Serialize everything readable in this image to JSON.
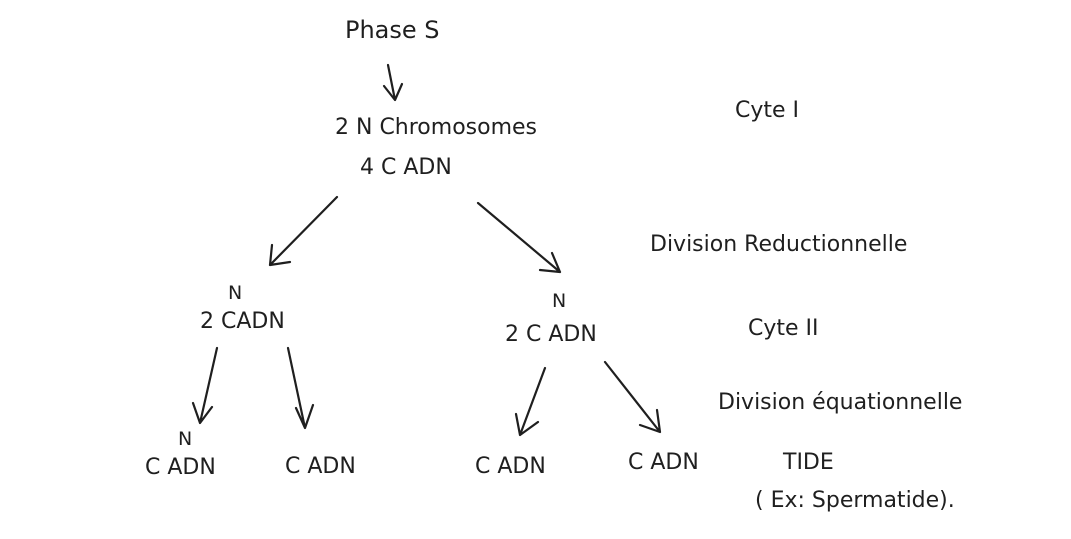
{
  "top": {
    "phase": "Phase S",
    "chromosomes": "2 N Chromosomes",
    "adn": "4 C ADN"
  },
  "labels": {
    "cyte1": "Cyte I",
    "division_reductionnelle": "Division Reductionnelle",
    "cyte2": "Cyte II",
    "division_equationnelle": "Division équationnelle",
    "tide": "TIDE",
    "example": "( Ex: Spermatide)."
  },
  "level2": [
    {
      "ploidy": "N",
      "adn": "2 CADN"
    },
    {
      "ploidy": "N",
      "adn": "2 C  ADN"
    }
  ],
  "level3": [
    {
      "ploidy": "N",
      "adn": "C ADN"
    },
    {
      "adn": "C ADN"
    },
    {
      "adn": "C ADN"
    },
    {
      "adn": "C ADN"
    }
  ]
}
